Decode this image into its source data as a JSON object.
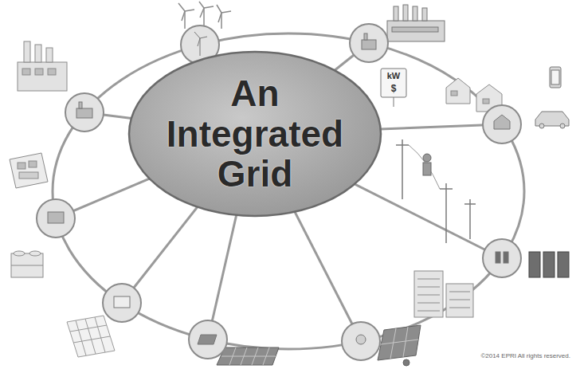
{
  "diagram": {
    "nodes": [
      {
        "text": [
          "An Integrated Grid"
        ]
      }
    ],
    "labels": [
      "kW",
      "$",
      "©2014 EPRI All rights reserved."
    ]
  }
}
